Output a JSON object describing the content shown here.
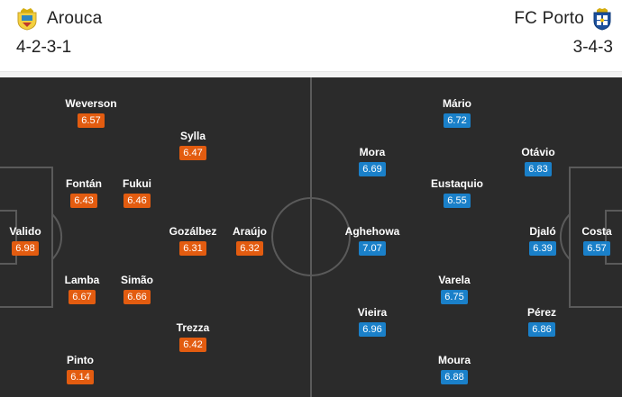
{
  "home": {
    "name": "Arouca",
    "formation": "4-2-3-1",
    "crest_icon": "arouca-crest-icon",
    "rating_color": "#e35c10",
    "players": [
      {
        "name": "Weverson",
        "rating": "6.57"
      },
      {
        "name": "Sylla",
        "rating": "6.47"
      },
      {
        "name": "Fontán",
        "rating": "6.43"
      },
      {
        "name": "Fukui",
        "rating": "6.46"
      },
      {
        "name": "Valido",
        "rating": "6.98"
      },
      {
        "name": "Gozálbez",
        "rating": "6.31"
      },
      {
        "name": "Araújo",
        "rating": "6.32"
      },
      {
        "name": "Lamba",
        "rating": "6.67"
      },
      {
        "name": "Simão",
        "rating": "6.66"
      },
      {
        "name": "Trezza",
        "rating": "6.42"
      },
      {
        "name": "Pinto",
        "rating": "6.14"
      }
    ]
  },
  "away": {
    "name": "FC Porto",
    "formation": "3-4-3",
    "crest_icon": "porto-crest-icon",
    "rating_color": "#1a80c9",
    "players": [
      {
        "name": "Mário",
        "rating": "6.72"
      },
      {
        "name": "Mora",
        "rating": "6.69"
      },
      {
        "name": "Otávio",
        "rating": "6.83"
      },
      {
        "name": "Eustaquio",
        "rating": "6.55"
      },
      {
        "name": "Aghehowa",
        "rating": "7.07"
      },
      {
        "name": "Djaló",
        "rating": "6.39"
      },
      {
        "name": "Costa",
        "rating": "6.57"
      },
      {
        "name": "Varela",
        "rating": "6.75"
      },
      {
        "name": "Vieira",
        "rating": "6.96"
      },
      {
        "name": "Pérez",
        "rating": "6.86"
      },
      {
        "name": "Moura",
        "rating": "6.88"
      }
    ]
  },
  "pitch": {
    "background": "#2b2b2b",
    "line_color": "#5a5a5a"
  }
}
